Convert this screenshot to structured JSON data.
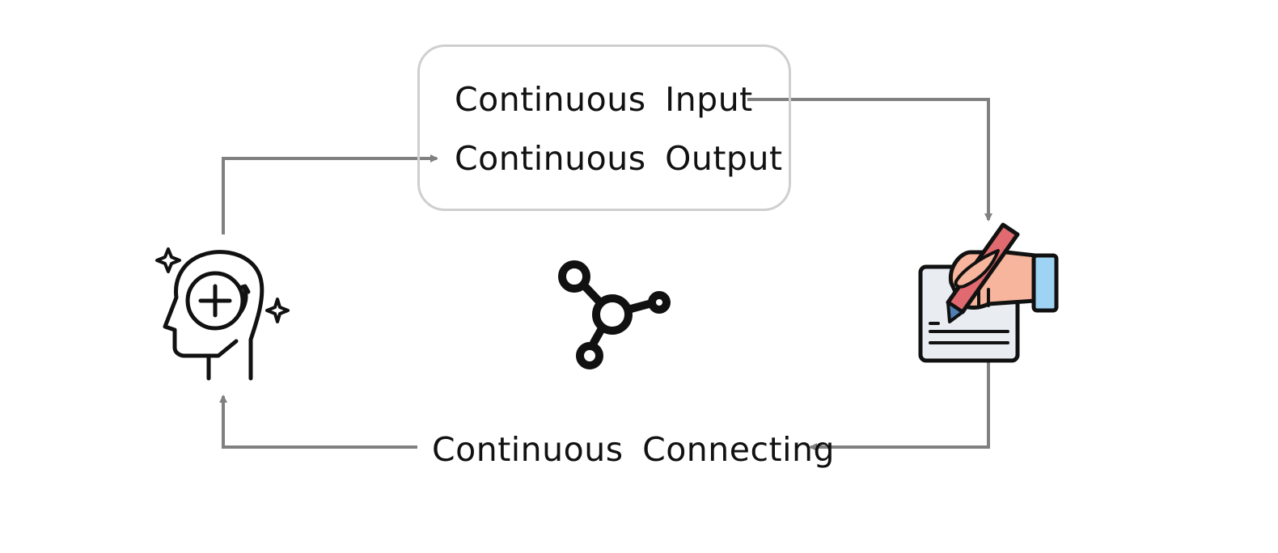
{
  "diagram": {
    "box_lines": {
      "input": "Continuous Input",
      "output": "Continuous Output"
    },
    "bottom_label": "Continuous Connecting",
    "nodes": {
      "left": {
        "icon": "head-mind-plus-icon"
      },
      "center": {
        "icon": "share-network-icon"
      },
      "right": {
        "icon": "hand-writing-document-icon"
      }
    },
    "colors": {
      "arrow": "#808080",
      "box_border": "#cfcfcf",
      "pencil": "#e06a6f",
      "skin": "#f6b59c",
      "cuff": "#9fd3f4",
      "paper": "#e9edf2",
      "text": "#111111"
    }
  }
}
